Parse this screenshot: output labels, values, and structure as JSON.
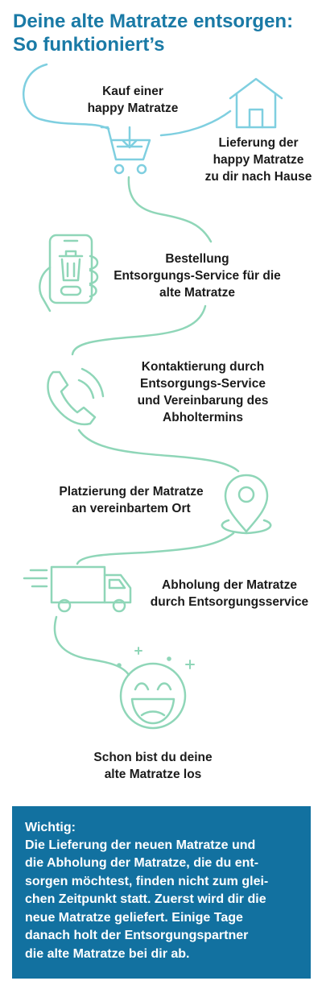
{
  "title": {
    "line1": "Deine alte Matratze entsorgen:",
    "line2": "So funktioniert’s"
  },
  "steps": [
    {
      "id": "kauf",
      "text": "Kauf einer\nhappy Matratze",
      "icon": "shopping-cart-icon"
    },
    {
      "id": "lieferung",
      "text": "Lieferung der\nhappy Matratze\nzu dir nach Hause",
      "icon": "house-icon"
    },
    {
      "id": "bestellung",
      "text": "Bestellung\nEntsorgungs-Service für die\nalte Matratze",
      "icon": "phone-trash-icon"
    },
    {
      "id": "kontakt",
      "text": "Kontaktierung durch\nEntsorgungs-Service\nund Vereinbarung des\nAbholtermins",
      "icon": "phone-call-icon"
    },
    {
      "id": "platzierung",
      "text": "Platzierung der Matratze\nan vereinbartem Ort",
      "icon": "location-pin-icon"
    },
    {
      "id": "abholung",
      "text": "Abholung der Matratze\ndurch Entsorgungsservice",
      "icon": "delivery-truck-icon"
    },
    {
      "id": "fertig",
      "text": "Schon bist du deine\nalte Matratze los",
      "icon": "smiley-icon"
    }
  ],
  "note": {
    "heading": "Wichtig:",
    "body": "Die Lieferung der neuen Matratze und\ndie Abholung der Matratze, die du ent-\nsorgen möchtest, finden nicht zum glei-\nchen Zeitpunkt statt. Zuerst wird dir die\nneue Matratze geliefert. Einige Tage\ndanach holt der Entsorgungspartner\ndie alte Matratze bei dir ab."
  },
  "colors": {
    "title": "#1a7aa6",
    "line_blue": "#7fcfe0",
    "line_green": "#8fd6b8",
    "box_background": "#1271a0",
    "box_text": "#ffffff"
  }
}
